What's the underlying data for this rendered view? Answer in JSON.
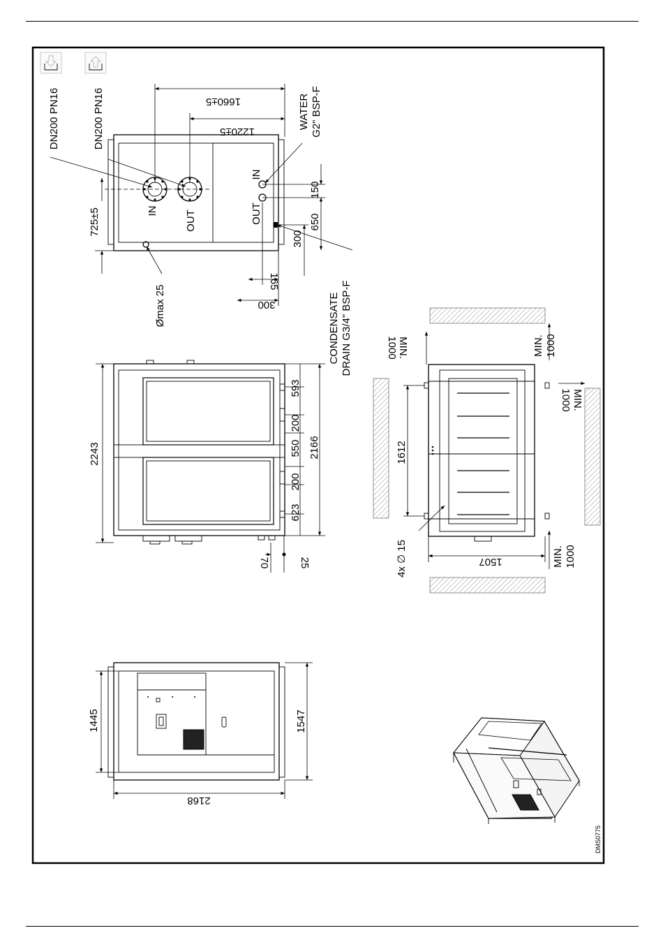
{
  "drawing_code": "DMS0775",
  "icons": {
    "upper": "download-arrow-icon",
    "lower": "upload-arrow-icon"
  },
  "top_view": {
    "dims": {
      "d1660": "1660±5",
      "d1220": "1220±5",
      "d725": "725±5",
      "d150": "150",
      "d650": "650",
      "d300a": "300",
      "d165": "165",
      "d300b": "300"
    },
    "labels": {
      "flange_in_spec": "DN200 PN16",
      "flange_out_spec": "DN200 PN16",
      "water_1": "WATER",
      "water_2": "G2\" BSP-F",
      "in": "IN",
      "out": "OUT",
      "water_in": "IN",
      "water_out": "OUT",
      "hole": "Ømax 25",
      "condensate_1": "CONDENSATE",
      "condensate_2": "DRAIN G3/4\" BSP-F"
    }
  },
  "front_view": {
    "dims": {
      "d2243": "2243",
      "d593": "593",
      "d200a": "200",
      "d550": "550",
      "d200b": "200",
      "d623": "623",
      "d2166": "2166",
      "d70": "70",
      "d25": "25"
    }
  },
  "footprint_view": {
    "dims": {
      "min_top_1": "MIN.",
      "min_top_2": "1000",
      "min_left_1": "MIN.",
      "min_left_2": "1000",
      "min_right_1": "MIN.",
      "min_right_2": "1000",
      "min_bottom_1": "MIN.",
      "min_bottom_2": "1000",
      "d1612": "1612",
      "d1507": "1507",
      "holes": "4x ∅ 15"
    }
  },
  "side_view": {
    "dims": {
      "d1445": "1445",
      "d1547": "1547",
      "d2168": "2168"
    }
  }
}
